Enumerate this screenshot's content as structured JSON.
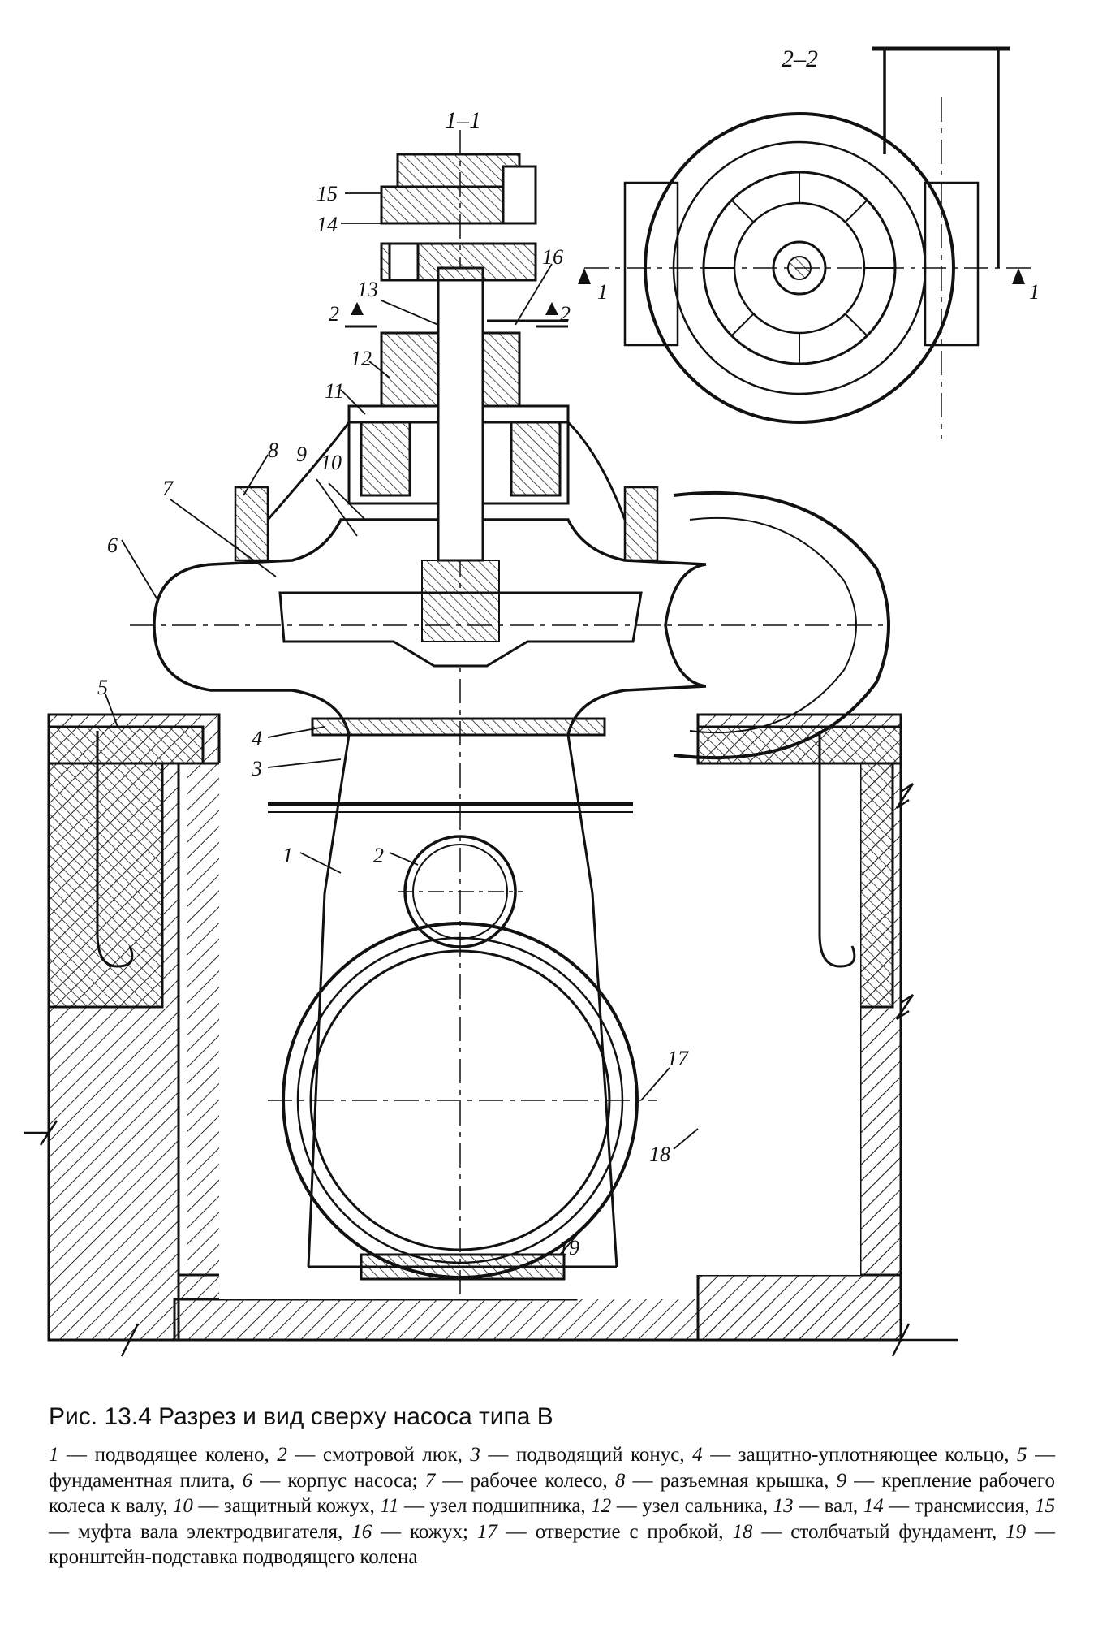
{
  "caption": {
    "title": "Рис. 13.4  Разрез и вид сверху насоса типа В"
  },
  "section_labels": {
    "main": "1–1",
    "top": "2–2",
    "cut_left": "1",
    "cut_right": "1",
    "cut2_left": "2",
    "cut2_right": "2"
  },
  "callouts": {
    "n1": "1",
    "n2": "2",
    "n3": "3",
    "n4": "4",
    "n5": "5",
    "n6": "6",
    "n7": "7",
    "n8": "8",
    "n9": "9",
    "n10": "10",
    "n11": "11",
    "n12": "12",
    "n13": "13",
    "n14": "14",
    "n15": "15",
    "n16": "16",
    "n17": "17",
    "n18": "18",
    "n19": "19"
  },
  "legend": [
    {
      "num": "1",
      "text": "подводящее колено,"
    },
    {
      "num": "2",
      "text": "смотровой люк,"
    },
    {
      "num": "3",
      "text": "подводящий конус,"
    },
    {
      "num": "4",
      "text": "защитно-уплотняющее кольцо,"
    },
    {
      "num": "5",
      "text": "фундаментная плита,"
    },
    {
      "num": "6",
      "text": "корпус насоса;"
    },
    {
      "num": "7",
      "text": "рабочее колесо,"
    },
    {
      "num": "8",
      "text": "разъемная крышка,"
    },
    {
      "num": "9",
      "text": "крепление рабочего колеса к валу,"
    },
    {
      "num": "10",
      "text": "защитный кожух,"
    },
    {
      "num": "11",
      "text": "узел подшипника,"
    },
    {
      "num": "12",
      "text": "узел сальника,"
    },
    {
      "num": "13",
      "text": "вал,"
    },
    {
      "num": "14",
      "text": "трансмиссия,"
    },
    {
      "num": "15",
      "text": "муфта вала электродвигателя,"
    },
    {
      "num": "16",
      "text": "кожух;"
    },
    {
      "num": "17",
      "text": "отверстие с пробкой,"
    },
    {
      "num": "18",
      "text": "столбчатый фундамент,"
    },
    {
      "num": "19",
      "text": "кронштейн-подставка подводящего колена"
    }
  ]
}
